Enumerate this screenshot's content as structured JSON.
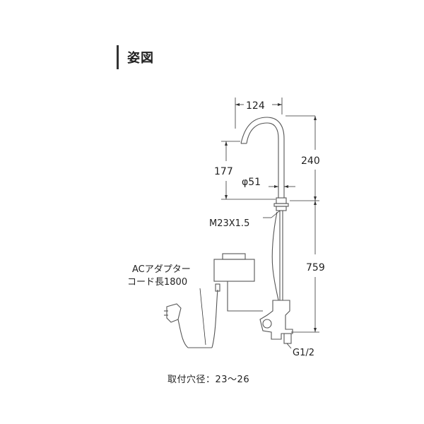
{
  "section_title": "姿図",
  "dimensions": {
    "spout_reach": "124",
    "total_height": "240",
    "spout_height": "177",
    "diameter": "φ51",
    "thread": "M23X1.5",
    "pipe_length": "759",
    "connection": "G1/2"
  },
  "adapter_label_line1": "ACアダプター",
  "adapter_label_line2": "コード長1800",
  "caption": "取付穴径：23〜26",
  "colors": {
    "line": "#555555",
    "dim": "#333333"
  }
}
